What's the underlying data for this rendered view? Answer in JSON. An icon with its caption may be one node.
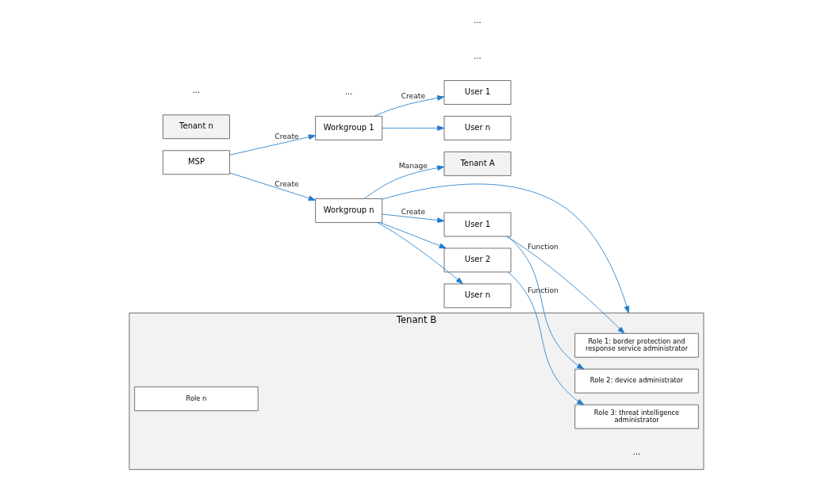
{
  "diagram": {
    "nodes": [
      {
        "text": [
          "MSP"
        ]
      },
      {
        "text": [
          "Workgroup 1"
        ]
      },
      {
        "text": [
          "Workgroup n"
        ]
      },
      {
        "text": [
          "Tenant A"
        ]
      },
      {
        "text": [
          "Tenant B"
        ]
      },
      {
        "text": [
          "Role 1: border protection and response service administrator"
        ],
        "in": 4
      },
      {
        "text": [
          "User 1"
        ]
      },
      {
        "text": [
          "User n"
        ]
      },
      {
        "text": [
          "User 1"
        ]
      },
      {
        "text": [
          "Role 2: device administrator"
        ],
        "in": 4
      },
      {
        "text": [
          "User 2"
        ]
      },
      {
        "text": [
          "Role 3: threat intelligence administrator"
        ],
        "in": 4
      },
      {
        "text": [
          "Role n"
        ],
        "in": 4
      },
      {
        "text": [
          "User n"
        ]
      },
      {
        "text": [
          "Tenant n"
        ]
      }
    ],
    "edges": [
      {
        "from": 0,
        "to": 1,
        "arrow": "to",
        "label": "Create"
      },
      {
        "from": 0,
        "to": 2,
        "arrow": "to",
        "label": "Create"
      },
      {
        "from": 2,
        "to": 3,
        "arrow": "to",
        "label": "Manage"
      },
      {
        "from": 2,
        "to": 4,
        "arrow": "to"
      },
      {
        "from": 1,
        "to": 6,
        "arrow": "to",
        "label": "Create"
      },
      {
        "from": 1,
        "to": 7,
        "arrow": "to"
      },
      {
        "from": 2,
        "to": 8,
        "arrow": "to",
        "label": "Create"
      },
      {
        "from": 2,
        "to": 10,
        "arrow": "to"
      },
      {
        "from": 2,
        "to": 13,
        "arrow": "to"
      },
      {
        "from": 8,
        "to": 5,
        "arrow": "to",
        "label": "Function"
      },
      {
        "from": 8,
        "to": 9,
        "arrow": "to"
      },
      {
        "from": 10,
        "to": 11,
        "arrow": "to",
        "label": "Function"
      }
    ],
    "labels": [
      "...",
      "...",
      "...",
      "...",
      "..."
    ]
  }
}
